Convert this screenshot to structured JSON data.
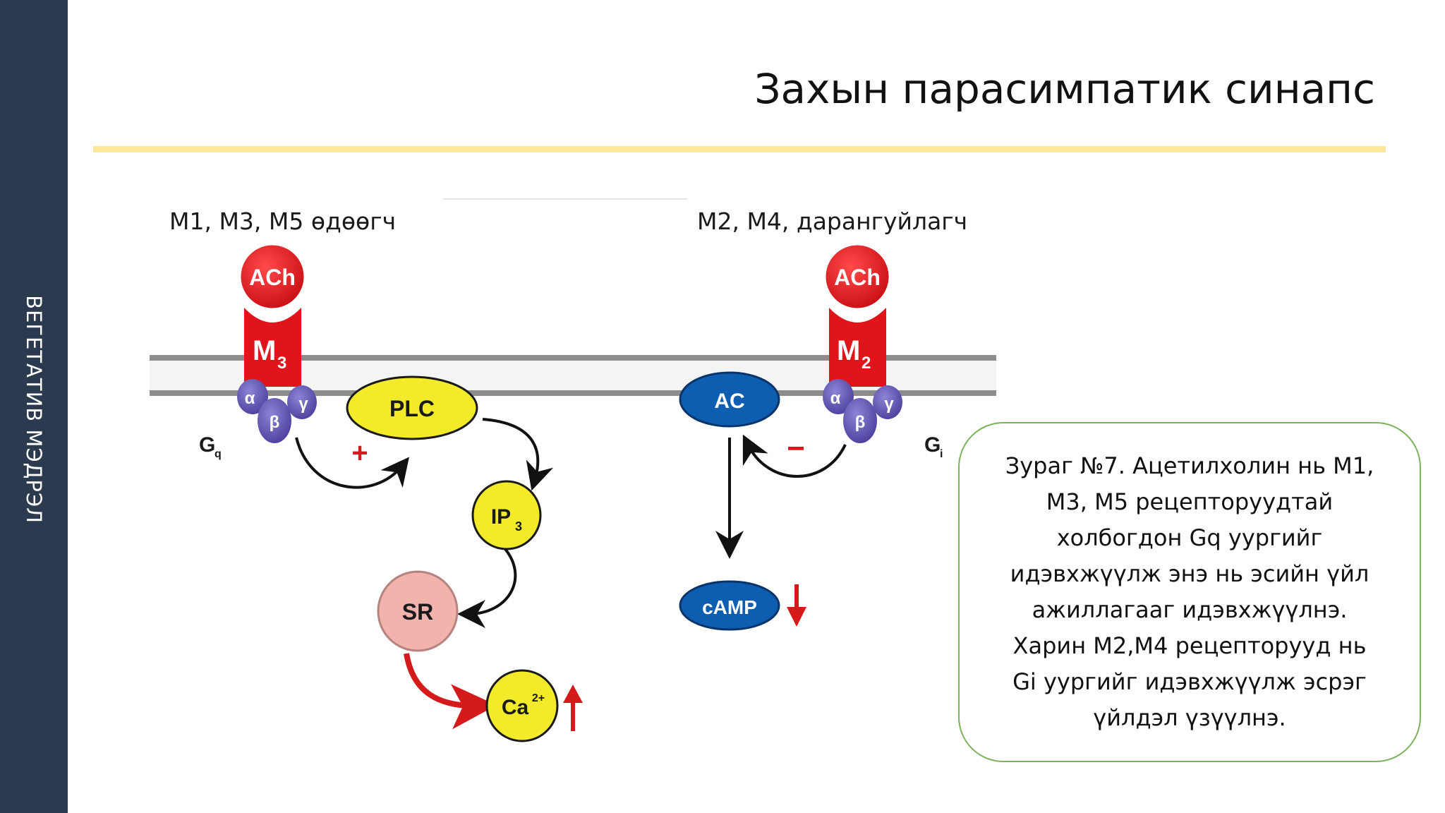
{
  "sidebar": {
    "label": "ВЕГЕТАТИВ МЭДРЭЛ"
  },
  "title": "Захын парасимпатик синапс",
  "diagram": {
    "left_group_label": "М1, М3, М5 өдөөгч",
    "right_group_label": "М2, М4, дарангуйлагч",
    "left_receptor": {
      "ligand": "ACh",
      "receptor": "M",
      "receptor_sub": "3",
      "gprotein": "G",
      "gprotein_sub": "q"
    },
    "right_receptor": {
      "ligand": "ACh",
      "receptor": "M",
      "receptor_sub": "2",
      "gprotein": "G",
      "gprotein_sub": "i"
    },
    "subunits": {
      "alpha": "α",
      "beta": "β",
      "gamma": "γ"
    },
    "nodes": {
      "plc": "PLC",
      "ip3": "IP",
      "ip3_sub": "3",
      "sr": "SR",
      "ca": "Ca",
      "ca_sup": "2+",
      "ac": "AC",
      "camp": "cAMP"
    },
    "signs": {
      "plus": "+",
      "minus": "−"
    },
    "colors": {
      "membrane": "#8c8c8c",
      "receptor_red": "#e0141b",
      "gprotein_purple": "#6a5fb3",
      "node_yellow": "#f3ea2a",
      "node_blue": "#0d5db0",
      "sr_pink": "#f2b3ad",
      "arrow_red": "#d41a1a"
    }
  },
  "caption": {
    "lines": [
      "Зураг №7. Ацетилхолин нь М1,",
      "М3, М5 рецепторуудтай",
      "холбогдон Gq уургийг",
      "идэвхжүүлж энэ нь эсийн үйл",
      "ажиллагааг идэвхжүүлнэ.",
      "Харин М2,М4 рецепторууд нь",
      "Gi уургийг идэвхжүүлж эсрэг",
      "үйлдэл үзүүлнэ."
    ]
  }
}
